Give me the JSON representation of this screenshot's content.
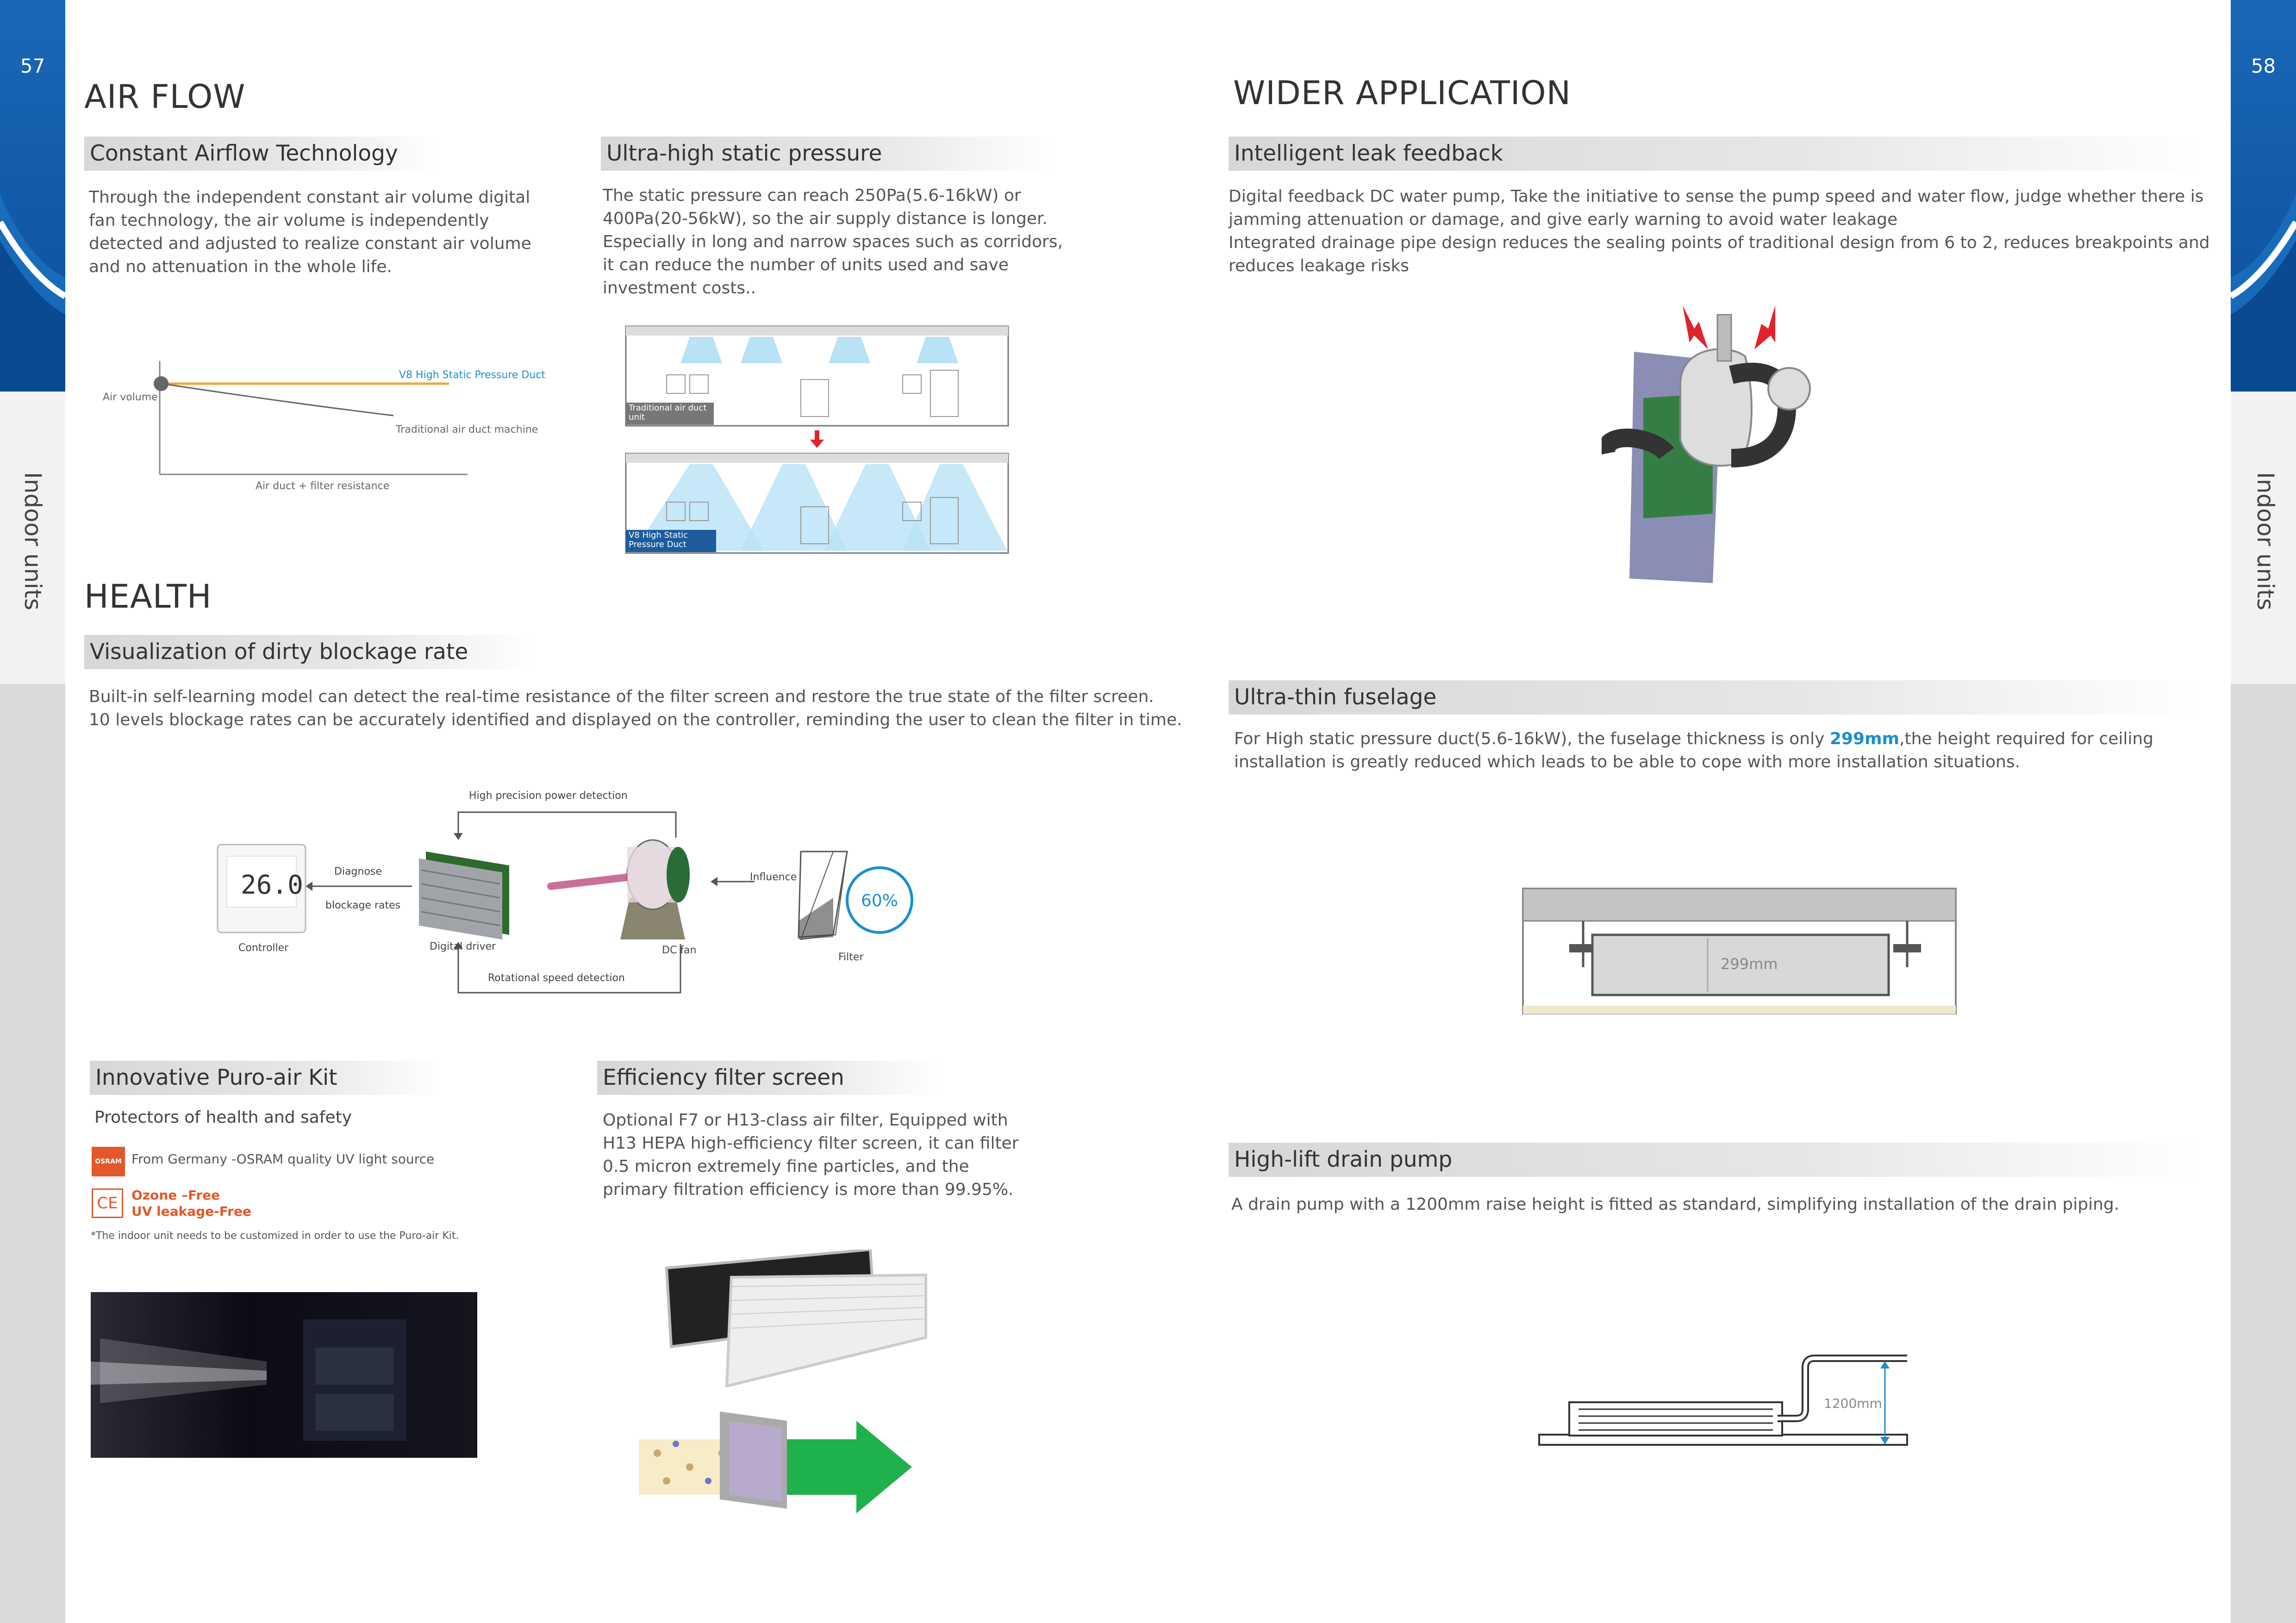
{
  "pages": {
    "left": "57",
    "right": "58"
  },
  "side_label": "Indoor units",
  "colors": {
    "accent": "#1a8fd0",
    "sidebar_blue": "#0b4f9c",
    "red": "#e0232c",
    "orange": "#e2582a"
  },
  "left": {
    "airflow": {
      "title": "AIR FLOW",
      "constant": {
        "heading": "Constant Airflow Technology",
        "text": "Through the independent constant air volume digital fan technology, the air volume is independently detected and adjusted to realize constant air volume and no attenuation in the whole life."
      },
      "static": {
        "heading": "Ultra-high static pressure",
        "text": "The static pressure can reach 250Pa(5.6-16kW) or 400Pa(20-56kW), so the air supply distance is longer. Especially in long and narrow spaces such as corridors, it can reduce the number of units used and save investment costs..",
        "label_top": "Traditional air duct unit",
        "label_bottom": "V8 High Static Pressure Duct"
      },
      "chart": {
        "y_label": "Air volume",
        "x_label": "Air duct + filter resistance",
        "series_v8": "V8 High Static Pressure Duct",
        "series_trad": "Traditional air duct machine"
      }
    },
    "health": {
      "title": "HEALTH",
      "blockage": {
        "heading": "Visualization of dirty blockage rate",
        "line1": "Built-in self-learning model can detect the real-time resistance of the filter screen and restore the true state of the filter screen.",
        "line2": "10 levels blockage rates can be accurately identified and displayed on the controller, reminding the user to clean the filter in time."
      },
      "diagram": {
        "top_label": "High precision power detection",
        "bottom_label": "Rotational speed detection",
        "diagnose": "Diagnose",
        "blockage_rates": "blockage rates",
        "influence": "Influence",
        "controller": "Controller",
        "digital_driver": "Digital driver",
        "dc_fan": "DC fan",
        "filter": "Filter",
        "percent": "60%",
        "display": "26.0"
      },
      "puro": {
        "heading": "Innovative Puro-air Kit",
        "subtitle": "Protectors of health and safety",
        "osram_logo": "OSRAM",
        "osram_text": "From Germany -OSRAM quality UV light source",
        "ce_logo": "CE",
        "ozone": "Ozone –Free",
        "uv": "UV leakage-Free",
        "note": "*The indoor unit needs to be customized in order to use the Puro-air Kit."
      },
      "filter": {
        "heading": "Efficiency filter screen",
        "text": "Optional F7 or H13-class air filter, Equipped with H13 HEPA high-efficiency filter screen, it can filter 0.5 micron extremely fine particles, and the primary filtration efficiency is more than 99.95%."
      }
    }
  },
  "right": {
    "title": "WIDER APPLICATION",
    "leak": {
      "heading": "Intelligent leak feedback",
      "line1": "Digital feedback DC water pump, Take the initiative to sense the pump speed and water flow, judge whether there is jamming attenuation or damage, and give early warning to avoid water leakage",
      "line2": "Integrated drainage pipe design reduces the sealing points of traditional design from 6 to 2, reduces breakpoints and reduces leakage risks"
    },
    "thin": {
      "heading": "Ultra-thin fuselage",
      "text_a": "For High static pressure duct(5.6-16kW), the fuselage thickness is only ",
      "highlight": "299mm",
      "text_b": ",the height required for ceiling installation is greatly reduced which leads to be able to cope with more installation situations.",
      "dim": "299mm"
    },
    "pump": {
      "heading": "High-lift drain pump",
      "text": "A drain pump with a 1200mm raise height is fitted as standard, simplifying installation of the drain piping.",
      "dim": "1200mm"
    }
  }
}
